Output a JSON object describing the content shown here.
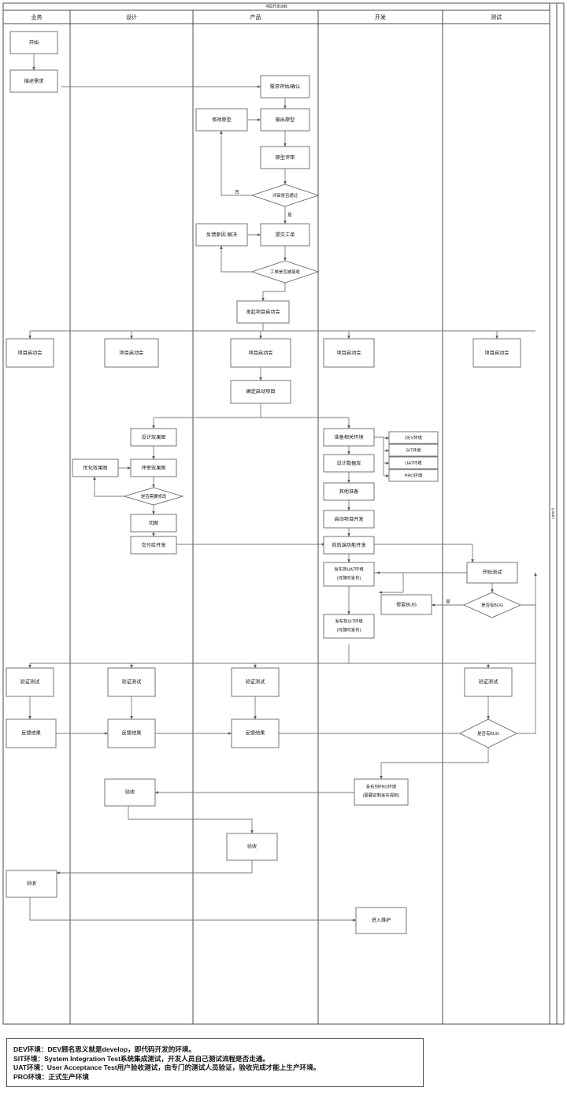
{
  "pool": {
    "title": "项目开发流程",
    "side_label": "Lane 6"
  },
  "lanes": [
    {
      "id": "business",
      "label": "业务"
    },
    {
      "id": "design",
      "label": "设计"
    },
    {
      "id": "product",
      "label": "产品"
    },
    {
      "id": "development",
      "label": "开发"
    },
    {
      "id": "testing",
      "label": "测试"
    }
  ],
  "nodes": {
    "start": "开始",
    "describe_req": "描述需求",
    "req_eval": "需求评估/确认",
    "modify_proto": "修改原型",
    "output_proto": "输出原型",
    "proto_review": "原型评审",
    "review_pass": "评审是否通过",
    "feedback_reason": "反馈原因·解决",
    "submit_ticket": "提交工单",
    "ticket_accepted": "工单是否被接收",
    "initiate_kickoff": "发起项目启动会",
    "kickoff_business": "项目启动会",
    "kickoff_design": "项目启动会",
    "kickoff_product": "项目启动会",
    "kickoff_dev": "项目启动会",
    "kickoff_test": "项目启动会",
    "confirm_start": "确定启动项目",
    "design_mockup": "设计效果图",
    "optimize_mockup": "优化效果图",
    "review_mockup": "评审效果图",
    "need_modify": "是否需要修改",
    "slicing": "切图",
    "deliver_dev": "交付给开发",
    "prepare_env": "准备相关环境",
    "env_dev": "DEV环境",
    "env_sit": "SIT环境",
    "env_uat": "UAT环境",
    "env_pro": "PRO环境",
    "design_db": "设计数据库",
    "other_prep": "其他准备",
    "start_dev": "启动项目开发",
    "feature_dev": "前后端功能开发",
    "release_uat_l1": "发布到UAT环境",
    "release_uat_l2": "(可随时发布)",
    "release_sit_l1": "发布到SIT环境",
    "release_sit_l2": "(可随时发布)",
    "fix_bug": "修复BUG",
    "start_test": "开始测试",
    "has_bug_1": "是否有BUG",
    "verify_business": "验证测试",
    "verify_design": "验证测试",
    "verify_product": "验证测试",
    "verify_test": "验证测试",
    "feedback_business": "反馈结果",
    "feedback_design": "反馈结果",
    "feedback_product": "反馈结果",
    "has_bug_2": "是否有BUG",
    "release_pro_l1": "发布到PRO环境",
    "release_pro_l2": "(需要定制发布规则)",
    "accept_design": "验收",
    "accept_product": "验收",
    "accept_business": "验收",
    "enter_maintenance": "进入维护"
  },
  "edge_labels": {
    "review_no": "否",
    "review_yes": "是",
    "bug_yes": "是"
  },
  "legend": {
    "lines": [
      "DEV环境：DEV顾名思义就是develop，即代码开发的环境。",
      "SIT环境：System Integration Test系统集成测试，开发人员自己测试流程是否走通。",
      "UAT环境：User Acceptance Test用户验收测试，由专门的测试人员验证，验收完成才能上生产环境。",
      "PRO环境：正式生产环境"
    ]
  },
  "colors": {
    "node_stroke": "#666666",
    "lane_stroke": "#4d4d4d",
    "flow_stroke": "#7a7a7a",
    "background": "#ffffff"
  }
}
